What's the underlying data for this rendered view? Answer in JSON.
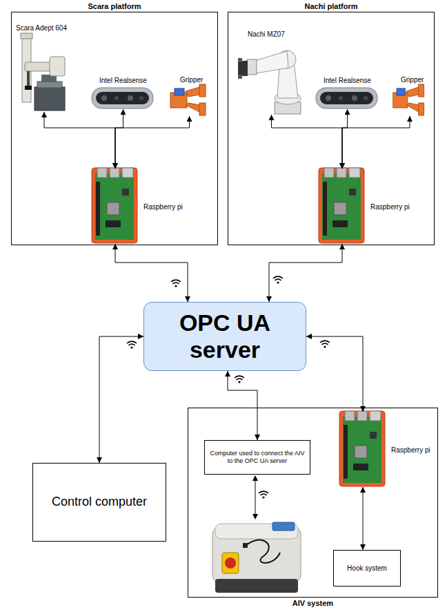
{
  "diagram": {
    "nodes": [
      {
        "text": [
          "Scara platform"
        ]
      },
      {
        "text": [
          "Scara Adept 604"
        ],
        "in": 0
      },
      {
        "text": [
          "Intel Realsense"
        ],
        "in": 0
      },
      {
        "text": [
          "Gripper"
        ],
        "in": 0
      },
      {
        "text": [
          "Raspberry pi"
        ],
        "in": 0
      },
      {
        "text": [
          "Nachi platform"
        ]
      },
      {
        "text": [
          "Nachi MZ07"
        ],
        "in": 5
      },
      {
        "text": [
          "Intel Realsense"
        ],
        "in": 5
      },
      {
        "text": [
          "Gripper"
        ],
        "in": 5
      },
      {
        "text": [
          "Raspberry pi"
        ],
        "in": 5
      },
      {
        "text": [
          "OPC UA server"
        ]
      },
      {
        "text": [
          "Control computer"
        ]
      },
      {
        "text": [
          "AIV system"
        ]
      },
      {
        "text": [
          "Computer used to connect the AIV to the OPC UA server"
        ],
        "in": 12
      },
      {
        "text": [
          "Raspberry pi"
        ],
        "in": 12
      },
      {
        "text": [
          "Hook system"
        ],
        "in": 12
      }
    ],
    "edges": [
      {
        "from": 1,
        "to": 4,
        "arrow": "both"
      },
      {
        "from": 2,
        "to": 4,
        "arrow": "both"
      },
      {
        "from": 3,
        "to": 4,
        "arrow": "both"
      },
      {
        "from": 6,
        "to": 9,
        "arrow": "both"
      },
      {
        "from": 7,
        "to": 9,
        "arrow": "both"
      },
      {
        "from": 8,
        "to": 9,
        "arrow": "both"
      },
      {
        "from": 4,
        "to": 10,
        "arrow": "both"
      },
      {
        "from": 9,
        "to": 10,
        "arrow": "both"
      },
      {
        "from": 11,
        "to": 10,
        "arrow": "both"
      },
      {
        "from": 13,
        "to": 10,
        "arrow": "both"
      },
      {
        "from": 14,
        "to": 10,
        "arrow": "both"
      },
      {
        "from": 14,
        "to": 15,
        "arrow": "both"
      }
    ]
  }
}
